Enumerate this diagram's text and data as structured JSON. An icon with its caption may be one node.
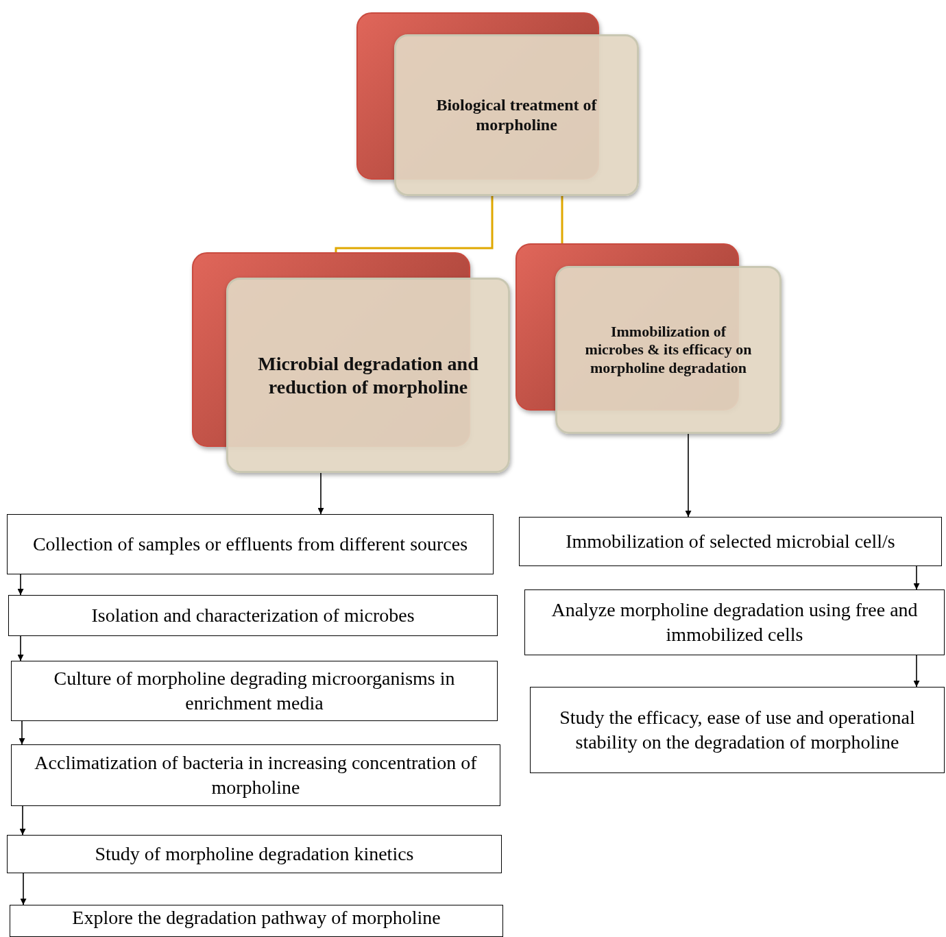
{
  "diagram": {
    "nodes": [
      {
        "text": [
          "Biological treatment of morpholine"
        ]
      },
      {
        "text": [
          "Microbial degradation and reduction of morpholine"
        ]
      },
      {
        "text": [
          "Immobilization of microbes & its efficacy on morpholine degradation"
        ]
      },
      {
        "text": [
          "Collection of samples or effluents from different sources"
        ]
      },
      {
        "text": [
          "Isolation and characterization of microbes"
        ]
      },
      {
        "text": [
          "Culture of morpholine degrading microorganisms in enrichment media"
        ]
      },
      {
        "text": [
          "Acclimatization of bacteria in increasing concentration of morpholine"
        ]
      },
      {
        "text": [
          "Study of morpholine degradation kinetics"
        ]
      },
      {
        "text": [
          "Explore the degradation pathway of morpholine"
        ]
      },
      {
        "text": [
          "Immobilization of selected microbial cell/s"
        ]
      },
      {
        "text": [
          "Analyze morpholine degradation using free and immobilized cells"
        ]
      },
      {
        "text": [
          "Study the efficacy, ease of use and operational stability on the degradation of morpholine"
        ]
      }
    ],
    "edges": [
      {
        "from": 0,
        "to": 1,
        "arrow": "none",
        "color": "#e0a800"
      },
      {
        "from": 0,
        "to": 2,
        "arrow": "none",
        "color": "#e0a800"
      },
      {
        "from": 1,
        "to": 3,
        "arrow": "to"
      },
      {
        "from": 3,
        "to": 4,
        "arrow": "to"
      },
      {
        "from": 4,
        "to": 5,
        "arrow": "to"
      },
      {
        "from": 5,
        "to": 6,
        "arrow": "to"
      },
      {
        "from": 6,
        "to": 7,
        "arrow": "to"
      },
      {
        "from": 7,
        "to": 8,
        "arrow": "to"
      },
      {
        "from": 2,
        "to": 9,
        "arrow": "to"
      },
      {
        "from": 9,
        "to": 10,
        "arrow": "to"
      },
      {
        "from": 10,
        "to": 11,
        "arrow": "to"
      }
    ]
  }
}
